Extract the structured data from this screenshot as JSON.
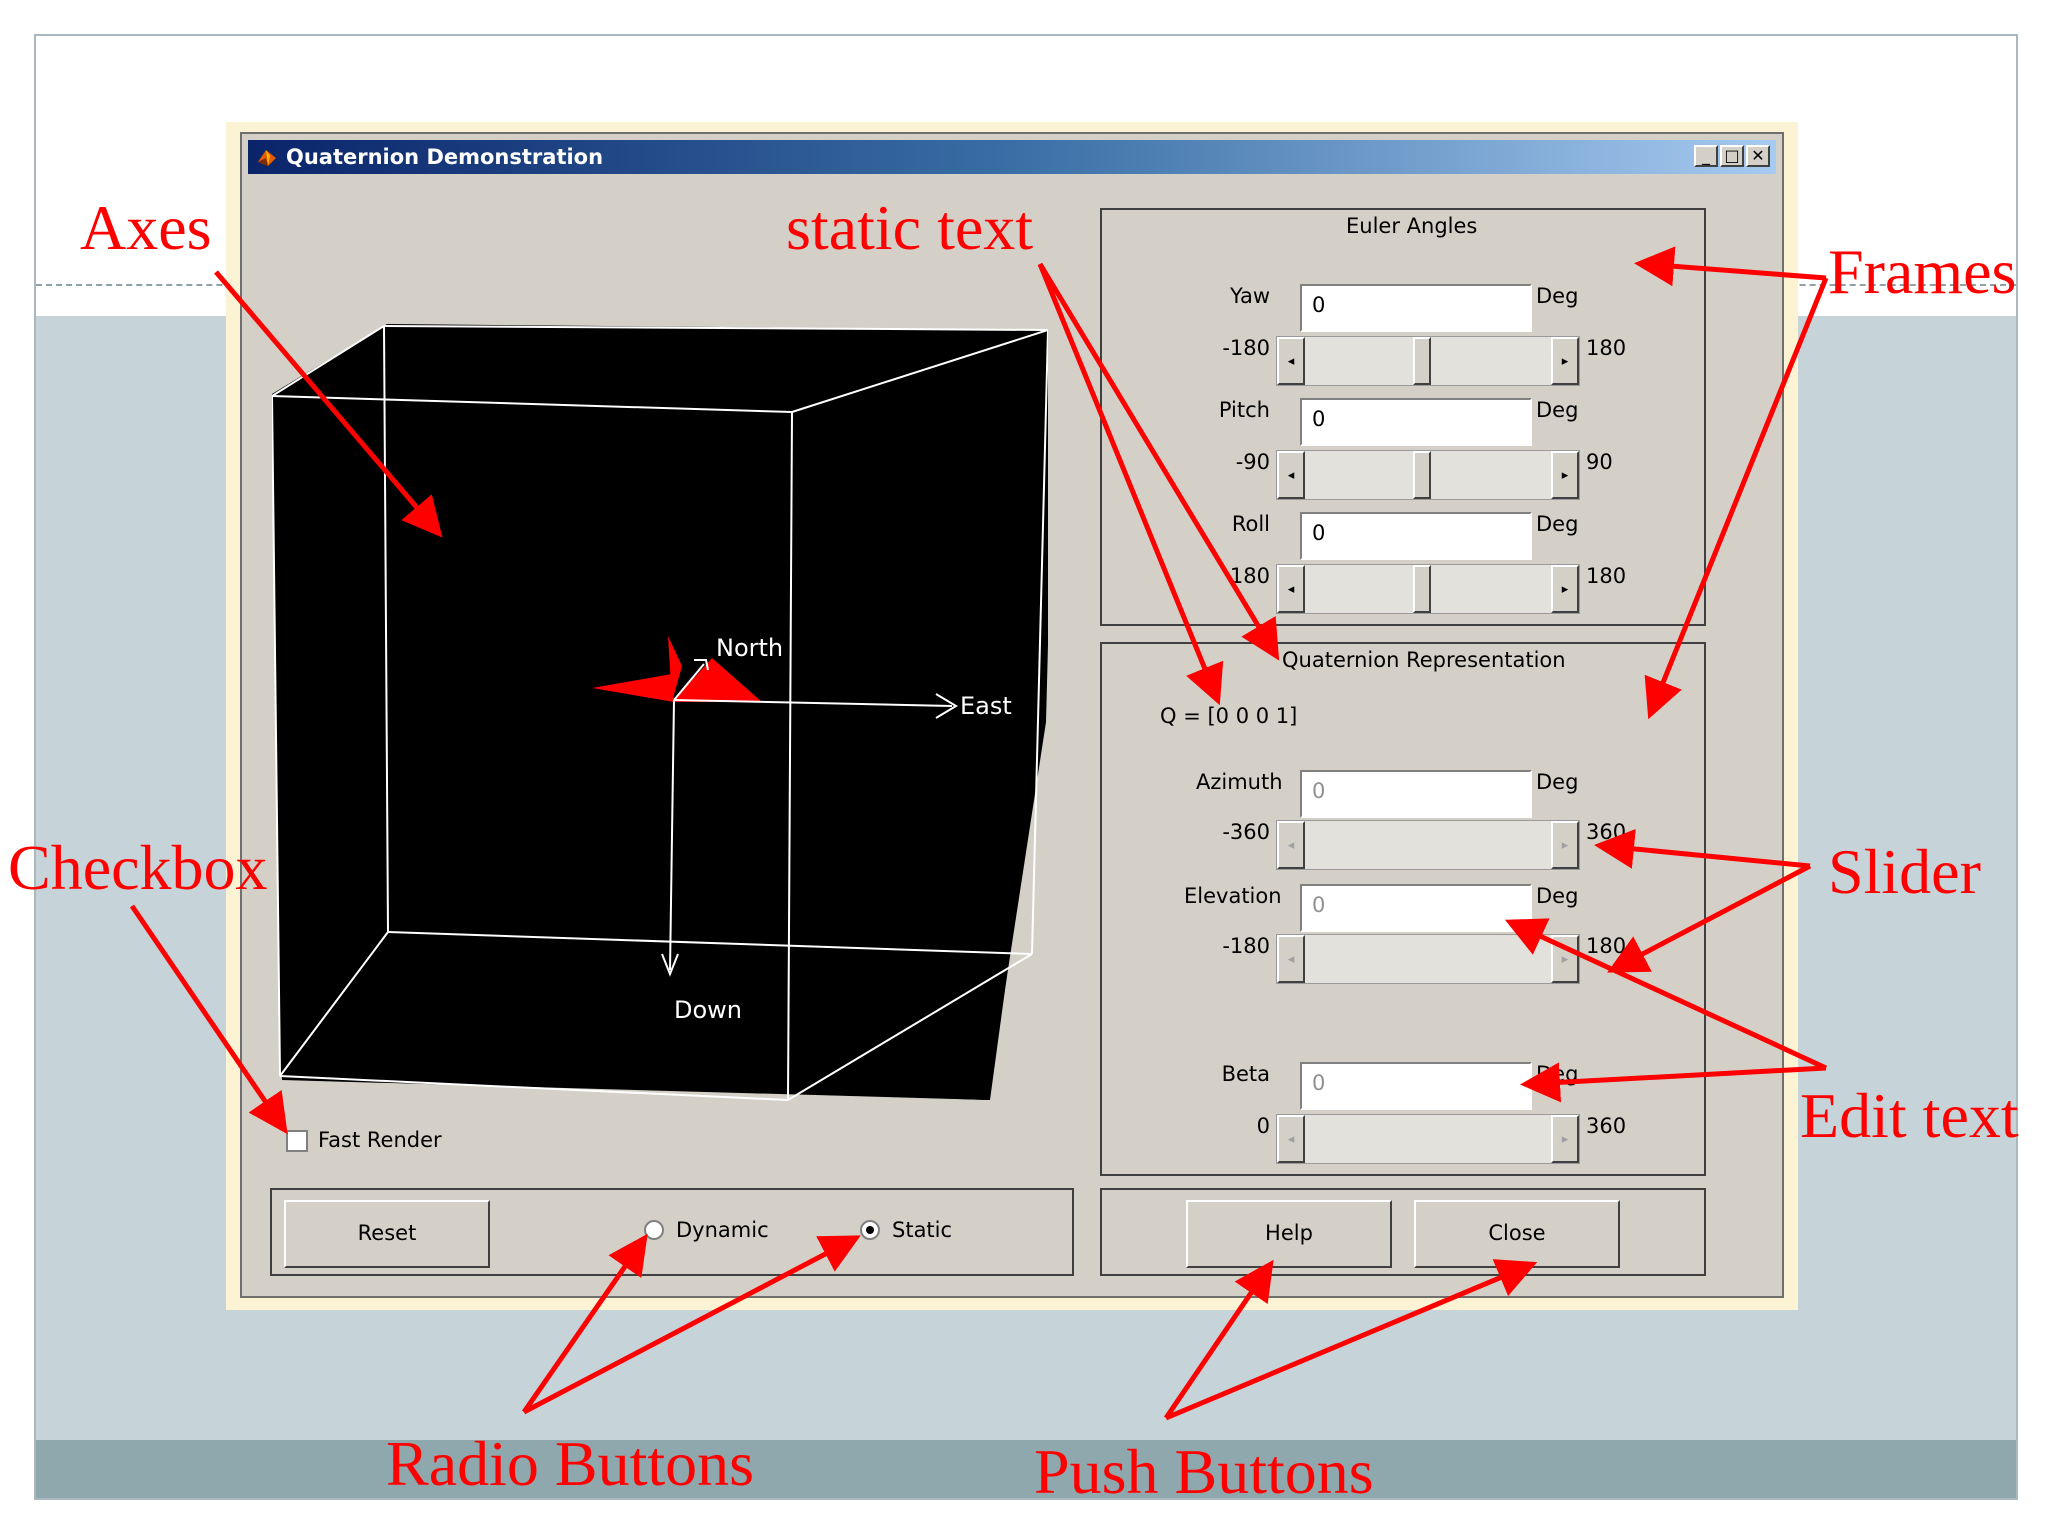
{
  "window": {
    "title": "Quaternion Demonstration",
    "buttons": [
      "_",
      "□",
      "✕"
    ]
  },
  "axes": {
    "labels": {
      "north": "North",
      "east": "East",
      "down": "Down"
    }
  },
  "checkbox": {
    "label": "Fast Render",
    "checked": false
  },
  "controls": {
    "reset_label": "Reset",
    "mode_radios": [
      {
        "label": "Dynamic",
        "selected": false
      },
      {
        "label": "Static",
        "selected": true
      }
    ],
    "help_label": "Help",
    "close_label": "Close"
  },
  "euler": {
    "title": "Euler Angles",
    "rows": [
      {
        "label": "Yaw",
        "value": "0",
        "unit": "Deg",
        "min": "-180",
        "max": "180",
        "slider_fraction": 0.5
      },
      {
        "label": "Pitch",
        "value": "0",
        "unit": "Deg",
        "min": "-90",
        "max": "90",
        "slider_fraction": 0.5
      },
      {
        "label": "Roll",
        "value": "0",
        "unit": "Deg",
        "min": "180",
        "max": "180",
        "slider_fraction": 0.5
      }
    ]
  },
  "quaternion": {
    "title": "Quaternion Representation",
    "q_text": "Q = [0 0 0 1]",
    "rows": [
      {
        "label": "Azimuth",
        "value": "0",
        "unit": "Deg",
        "min": "-360",
        "max": "360"
      },
      {
        "label": "Elevation",
        "value": "0",
        "unit": "Deg",
        "min": "-180",
        "max": "180"
      },
      {
        "label": "Beta",
        "value": "0",
        "unit": "Deg",
        "min": "0",
        "max": "360"
      }
    ]
  },
  "annotations": {
    "axes": "Axes",
    "static_text": "static text",
    "frames": "Frames",
    "checkbox": "Checkbox",
    "slider": "Slider",
    "edit_text": "Edit text",
    "radio_buttons": "Radio Buttons",
    "push_buttons": "Push Buttons"
  },
  "colors": {
    "annotation_red": "#ff0000",
    "window_bg": "#d4d0c8",
    "titlebar_start": "#0a246a",
    "titlebar_end": "#a6caf0",
    "slide_band": "#c6d3d8",
    "slide_footer": "#8fa8ad"
  },
  "icons": {
    "app": "matlab-logo-icon",
    "arrow_left": "◂",
    "arrow_right": "▸"
  }
}
